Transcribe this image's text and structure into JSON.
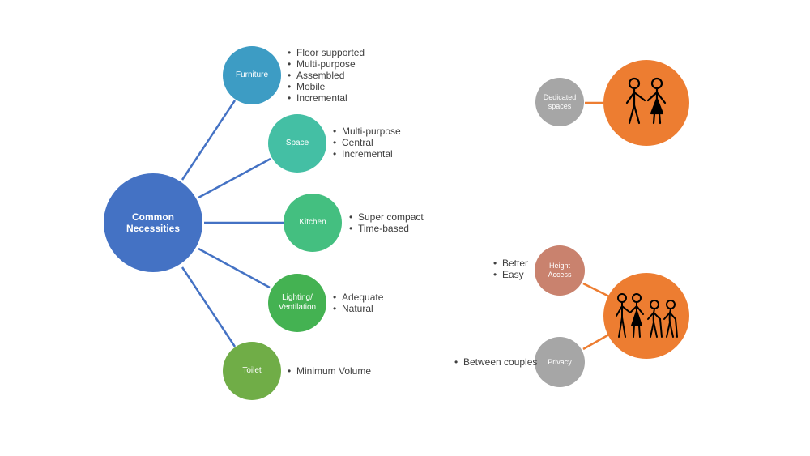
{
  "hub": {
    "label": "Common Necessities",
    "color": "#4472c4"
  },
  "branches": [
    {
      "id": "furniture",
      "label": "Furniture",
      "color": "#3d9cc4",
      "items": [
        "Floor supported",
        "Multi-purpose",
        "Assembled",
        "Mobile",
        "Incremental"
      ]
    },
    {
      "id": "space",
      "label": "Space",
      "color": "#44bfa4",
      "items": [
        "Multi-purpose",
        "Central",
        "Incremental"
      ]
    },
    {
      "id": "kitchen",
      "label": "Kitchen",
      "color": "#44bf80",
      "items": [
        "Super compact",
        "Time-based"
      ]
    },
    {
      "id": "lighting",
      "label": "Lighting/ Ventilation",
      "color": "#44b252",
      "items": [
        "Adequate",
        "Natural"
      ]
    },
    {
      "id": "toilet",
      "label": "Toilet",
      "color": "#70ad47",
      "items": [
        "Minimum Volume"
      ]
    }
  ],
  "couple_group": {
    "node": {
      "label": "Dedicated spaces",
      "color": "#a6a6a6"
    },
    "icon_circle_color": "#ed7d31",
    "icon": "couple-icon"
  },
  "family_group": {
    "height_access": {
      "label": "Height Access",
      "color": "#c9826e",
      "items": [
        "Better",
        "Easy"
      ]
    },
    "privacy": {
      "label": "Privacy",
      "color": "#a6a6a6",
      "items": [
        "Between couples"
      ]
    },
    "icon_circle_color": "#ed7d31",
    "icon": "family-icon"
  },
  "colors": {
    "hub_line": "#4472c4",
    "orange_line": "#ed7d31"
  }
}
